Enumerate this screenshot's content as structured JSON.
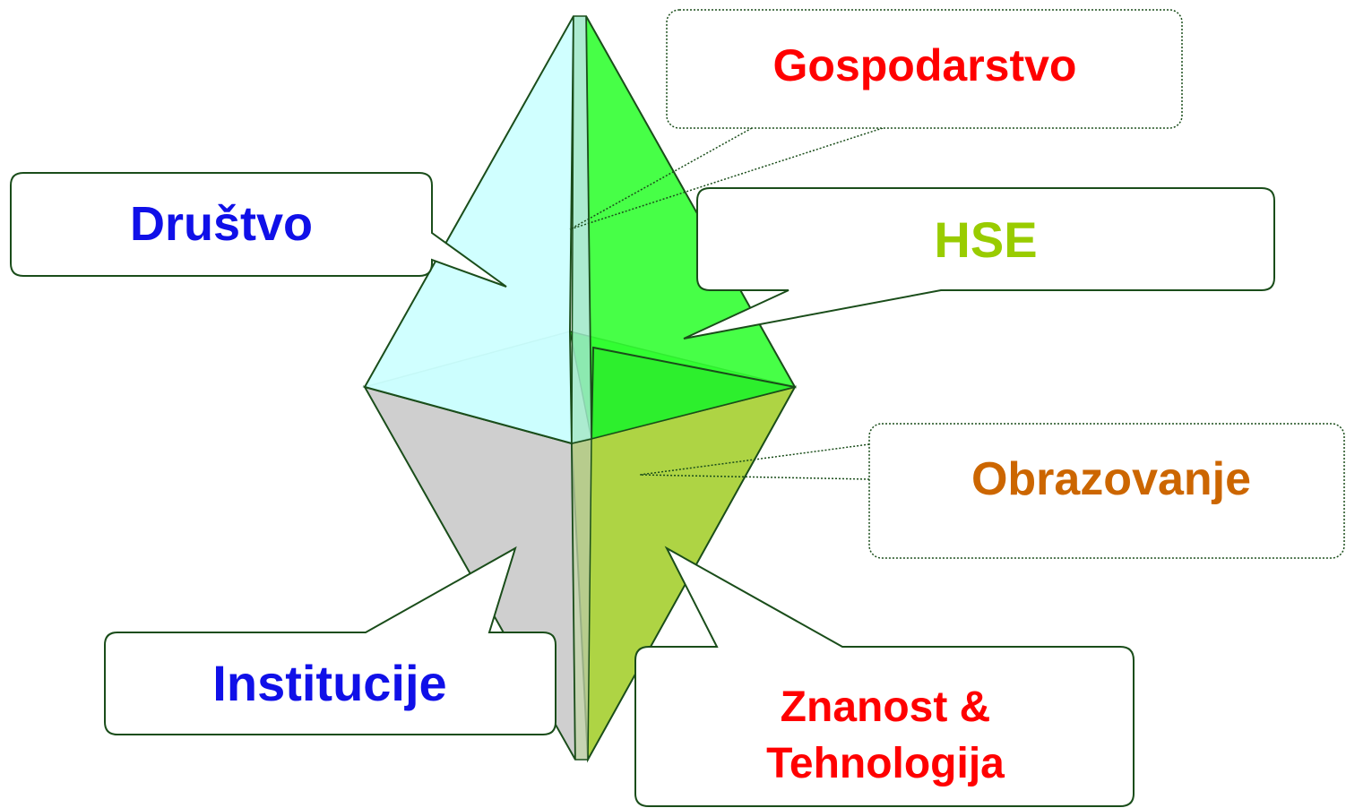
{
  "labels": {
    "drustvo": "Društvo",
    "gospodarstvo": "Gospodarstvo",
    "hse": "HSE",
    "obrazovanje": "Obrazovanje",
    "institucije": "Institucije",
    "znanost_line1": "Znanost &",
    "znanost_line2": "Tehnologija"
  },
  "colors": {
    "drustvo_text": "#1010e8",
    "gospodarstvo_text": "#ff0000",
    "hse_text": "#99cc00",
    "obrazovanje_text": "#cc6600",
    "institucije_text": "#1010e8",
    "znanost_text": "#ff0000",
    "face_drustvo": "#ccffff",
    "face_gospodarstvo": "#33ff33",
    "face_institucije": "#cccccc",
    "face_obrazovanje": "#a8d134",
    "outline": "#1a4d1a"
  }
}
